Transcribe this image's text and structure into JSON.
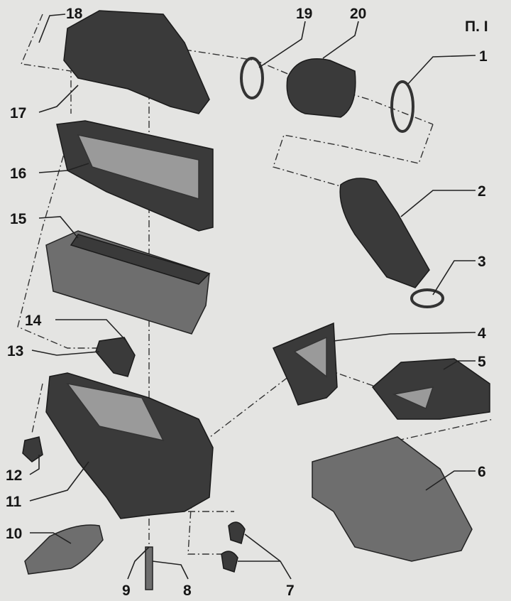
{
  "figure": {
    "figure_id": "П. I",
    "callouts": [
      "1",
      "2",
      "3",
      "4",
      "5",
      "6",
      "7",
      "8",
      "9",
      "10",
      "11",
      "12",
      "13",
      "14",
      "15",
      "16",
      "17",
      "18",
      "19",
      "20"
    ]
  },
  "colors": {
    "background": "#e4e4e2",
    "parts": "#3a3a3a",
    "labels": "#151515"
  }
}
